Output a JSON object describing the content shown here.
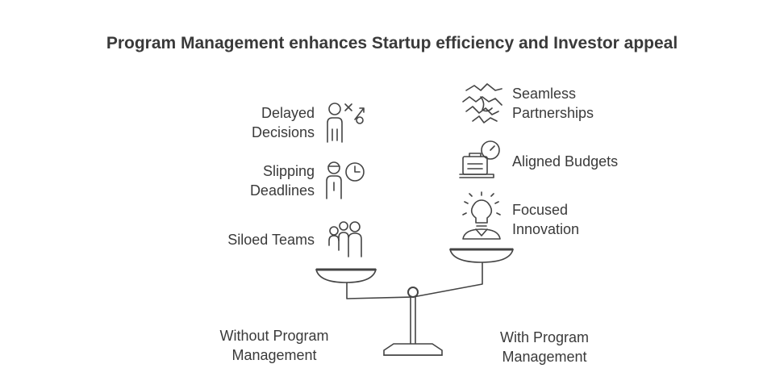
{
  "title": "Program Management enhances Startup efficiency and Investor appeal",
  "left_side": {
    "items": [
      {
        "label_lines": [
          "Delayed",
          "Decisions"
        ],
        "icon": "person-decision-icon"
      },
      {
        "label_lines": [
          "Slipping",
          "Deadlines"
        ],
        "icon": "person-clock-icon"
      },
      {
        "label_lines": [
          "Siloed Teams"
        ],
        "icon": "team-icon"
      }
    ],
    "caption_lines": [
      "Without Program",
      "Management"
    ]
  },
  "right_side": {
    "items": [
      {
        "label_lines": [
          "Seamless",
          "Partnerships"
        ],
        "icon": "handshake-icon"
      },
      {
        "label_lines": [
          "Aligned Budgets"
        ],
        "icon": "budget-scale-icon"
      },
      {
        "label_lines": [
          "Focused",
          "Innovation"
        ],
        "icon": "lightbulb-person-icon"
      }
    ],
    "caption_lines": [
      "With Program",
      "Management"
    ]
  },
  "colors": {
    "stroke": "#444444",
    "text": "#3a3a3a",
    "background": "#ffffff"
  }
}
